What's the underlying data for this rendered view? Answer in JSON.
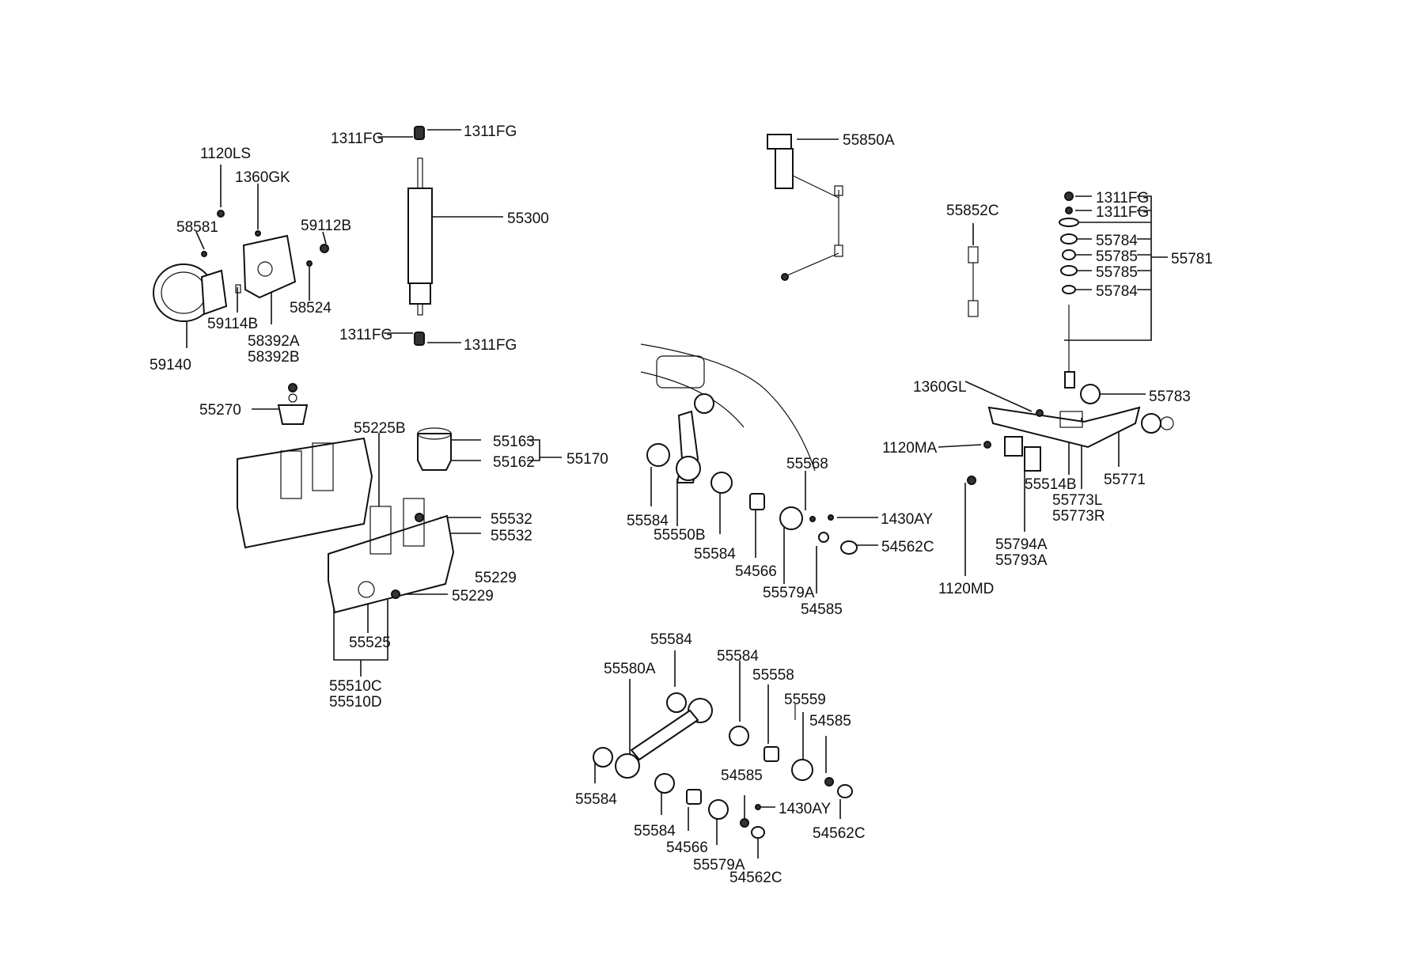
{
  "labels": {
    "l_1311FG_a": "1311FG",
    "l_1311FG_b": "1311FG",
    "l_1120LS": "1120LS",
    "l_1360GK": "1360GK",
    "l_58581": "58581",
    "l_59112B": "59112B",
    "l_55300": "55300",
    "l_58524": "58524",
    "l_59114B": "59114B",
    "l_58392A": "58392A",
    "l_58392B": "58392B",
    "l_59140": "59140",
    "l_1311FG_c": "1311FG",
    "l_1311FG_d": "1311FG",
    "l_55270": "55270",
    "l_55225B": "55225B",
    "l_55163": "55163",
    "l_55162": "55162",
    "l_55170": "55170",
    "l_55532_a": "55532",
    "l_55532_b": "55532",
    "l_55229_a": "55229",
    "l_55229_b": "55229",
    "l_55525": "55525",
    "l_55510C": "55510C",
    "l_55510D": "55510D",
    "l_55850A": "55850A",
    "l_55852C": "55852C",
    "l_1311FG_e": "1311FG",
    "l_1311FG_f": "1311FG",
    "l_55784_a": "55784",
    "l_55785_a": "55785",
    "l_55785_b": "55785",
    "l_55784_b": "55784",
    "l_55781": "55781",
    "l_1360GL": "1360GL",
    "l_55783": "55783",
    "l_1120MA": "1120MA",
    "l_55771": "55771",
    "l_55514B": "55514B",
    "l_55773L": "55773L",
    "l_55773R": "55773R",
    "l_55794A": "55794A",
    "l_55793A": "55793A",
    "l_1120MD": "1120MD",
    "l_55568": "55568",
    "l_1430AY_a": "1430AY",
    "l_54562C_a": "54562C",
    "l_55584_a": "55584",
    "l_55550B": "55550B",
    "l_55584_b": "55584",
    "l_54566_a": "54566",
    "l_55579A_a": "55579A",
    "l_54585_a": "54585",
    "l_55584_c": "55584",
    "l_55580A": "55580A",
    "l_55584_d": "55584",
    "l_55558": "55558",
    "l_55559": "55559",
    "l_54585_b": "54585",
    "l_55584_e": "55584",
    "l_54585_c": "54585",
    "l_1430AY_b": "1430AY",
    "l_55584_f": "55584",
    "l_54566_b": "54566",
    "l_54562C_b": "54562C",
    "l_55579A_b": "55579A",
    "l_54562C_c": "54562C"
  }
}
